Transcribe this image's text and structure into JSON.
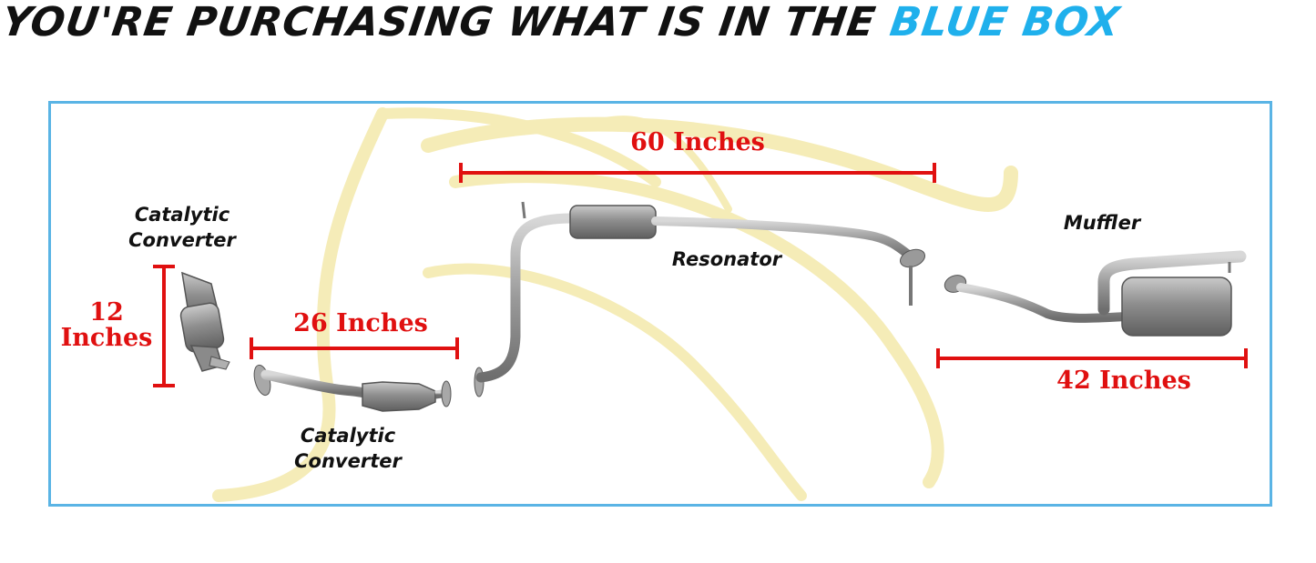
{
  "headline": {
    "text_main": "YOU'RE PURCHASING WHAT IS IN THE",
    "text_accent": "BLUE BOX"
  },
  "parts": {
    "cat_converter_front": {
      "label_line1": "Catalytic",
      "label_line2": "Converter"
    },
    "cat_converter_mid": {
      "label_line1": "Catalytic",
      "label_line2": "Converter"
    },
    "resonator": {
      "label": "Resonator"
    },
    "muffler": {
      "label": "Muffler"
    }
  },
  "dimensions": {
    "front_height": {
      "line1": "12",
      "line2": "Inches"
    },
    "mid_length": "26 Inches",
    "resonator_length": "60 Inches",
    "muffler_length": "42 Inches"
  },
  "colors": {
    "accent_blue": "#1fb0ec",
    "frame_blue": "#5ab4e5",
    "dimension_red": "#e01010",
    "watermark_yellow": "#f2e6a0"
  }
}
